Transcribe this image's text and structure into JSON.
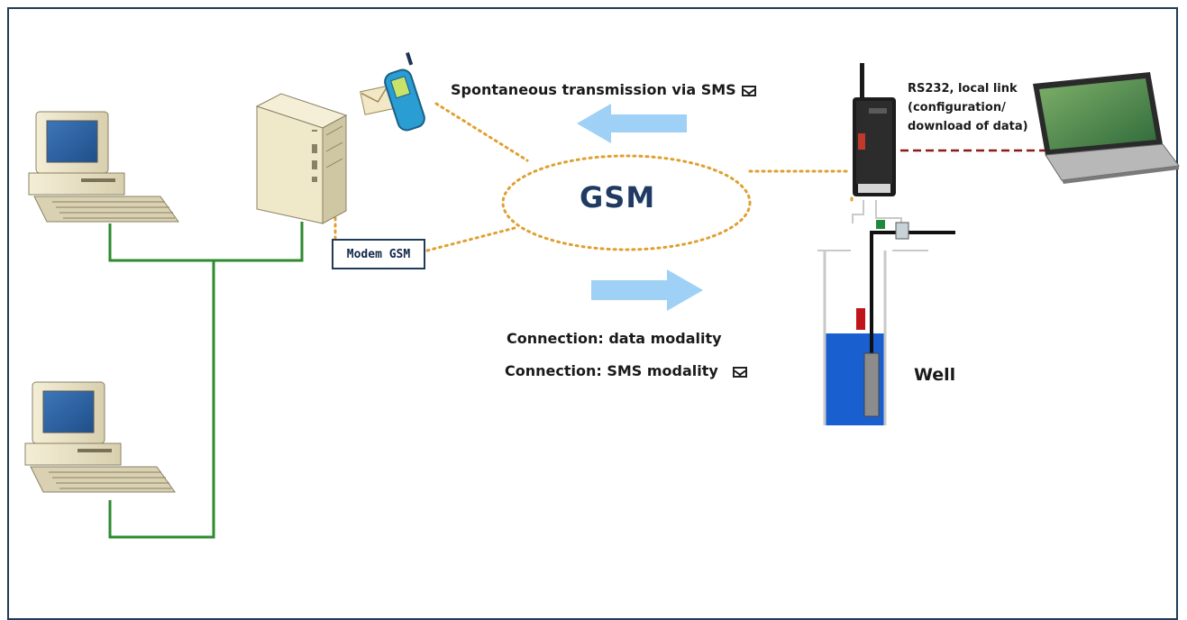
{
  "labels": {
    "spontaneous": "Spontaneous transmission via SMS",
    "gsm": "GSM",
    "modem": "Modem GSM",
    "rs232_line1": "RS232, local link",
    "rs232_line2": "(configuration/",
    "rs232_line3": "download of data)",
    "connection_data": "Connection: data modality",
    "connection_sms": "Connection: SMS modality",
    "well": "Well"
  },
  "colors": {
    "frame": "#1f3b57",
    "lan_cable": "#2e8b2e",
    "gsm_dotted": "#e0a030",
    "arrow": "#9fd0f5",
    "serial_link": "#8b1a1a",
    "gsm_text": "#1f3b64",
    "water": "#1a5fd0"
  },
  "icons": {
    "workstation_top": "desktop-computer-icon",
    "workstation_bottom": "desktop-computer-icon",
    "server": "server-tower-icon",
    "phone": "mobile-phone-sms-icon",
    "logger": "gsm-datalogger-icon",
    "laptop": "laptop-icon",
    "well": "well-probe-icon"
  }
}
